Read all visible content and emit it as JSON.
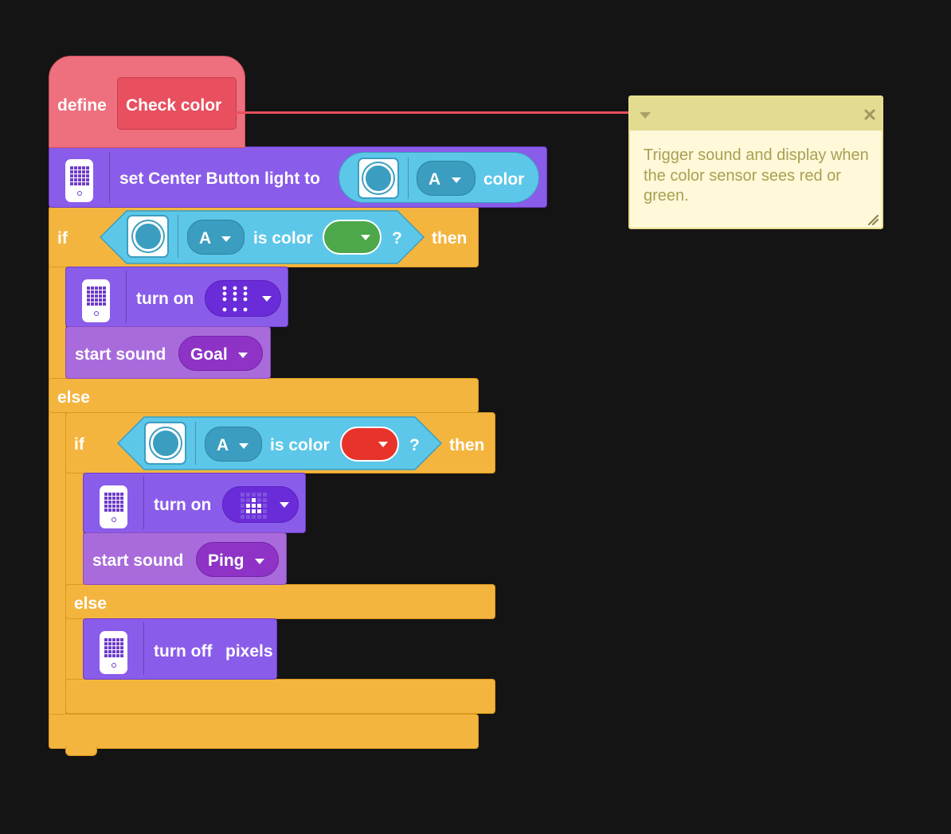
{
  "define_block": {
    "keyword": "define",
    "name": "Check color"
  },
  "set_light": {
    "label": "set Center Button light to",
    "port": "A",
    "suffix": "color"
  },
  "if_outer": {
    "if_label": "if",
    "port": "A",
    "is_color_label": "is color",
    "color_value": "#4CA84A",
    "question": "?",
    "then_label": "then",
    "else_label": "else"
  },
  "outer_then": {
    "turn_on_label": "turn on",
    "start_sound_label": "start sound",
    "sound_value": "Goal"
  },
  "if_inner": {
    "if_label": "if",
    "port": "A",
    "is_color_label": "is color",
    "color_value": "#E8332B",
    "question": "?",
    "then_label": "then",
    "else_label": "else"
  },
  "inner_then": {
    "turn_on_label": "turn on",
    "start_sound_label": "start sound",
    "sound_value": "Ping"
  },
  "inner_else": {
    "turn_off_label": "turn off",
    "turn_off_target": "pixels"
  },
  "comment": {
    "text": "Trigger sound and display when the color sensor sees red or green."
  },
  "colors": {
    "background": "#141414",
    "define": "#EE6F7D",
    "light_blocks": "#8A5CEA",
    "sound_blocks": "#A96BDB",
    "control": "#F4B53F",
    "sensors": "#5CC7E8",
    "comment": "#FFF8D9"
  },
  "icons": [
    "hub-icon",
    "color-sensor-icon",
    "dropdown-caret-icon",
    "pixel-pattern-icon",
    "collapse-icon",
    "close-icon",
    "resize-icon"
  ]
}
